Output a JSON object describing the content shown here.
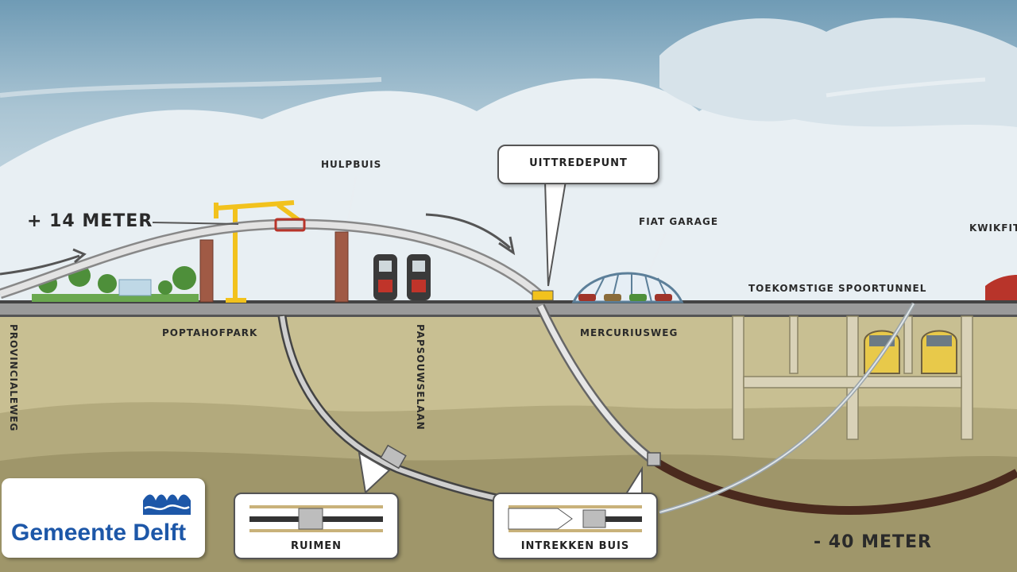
{
  "labels": {
    "plus_level": "+ 14 METER",
    "minus_level": "- 40 METER",
    "hulpbuis": "HULPBUIS",
    "uittredepunt": "UITTREDEPUNT",
    "fiat_garage": "FIAT GARAGE",
    "toekomstige_spoortunnel": "TOEKOMSTIGE SPOORTUNNEL",
    "kwikfit": "KWIKFIT",
    "provinciale_weg": "PROVINCIALEWEG",
    "poptahofpark": "POPTAHOFPARK",
    "papsouwselaan": "PAPSOUWSELAAN",
    "mercuriusweg": "MERCURIUSWEG"
  },
  "callouts": {
    "ruimen": "RUIMEN",
    "intrekken_buis": "INTREKKEN BUIS"
  },
  "logo": {
    "name": "Gemeente Delft",
    "icon": "delft-crown-icon"
  },
  "colors": {
    "sky_top": "#6f9bb5",
    "ground": "#c8bf92",
    "deep_ground": "#9f966a",
    "pipe_old": "#d8d8d8",
    "pipe_new": "#4a2a1e",
    "crane": "#f2c21d",
    "logo_blue": "#1d57a8"
  }
}
